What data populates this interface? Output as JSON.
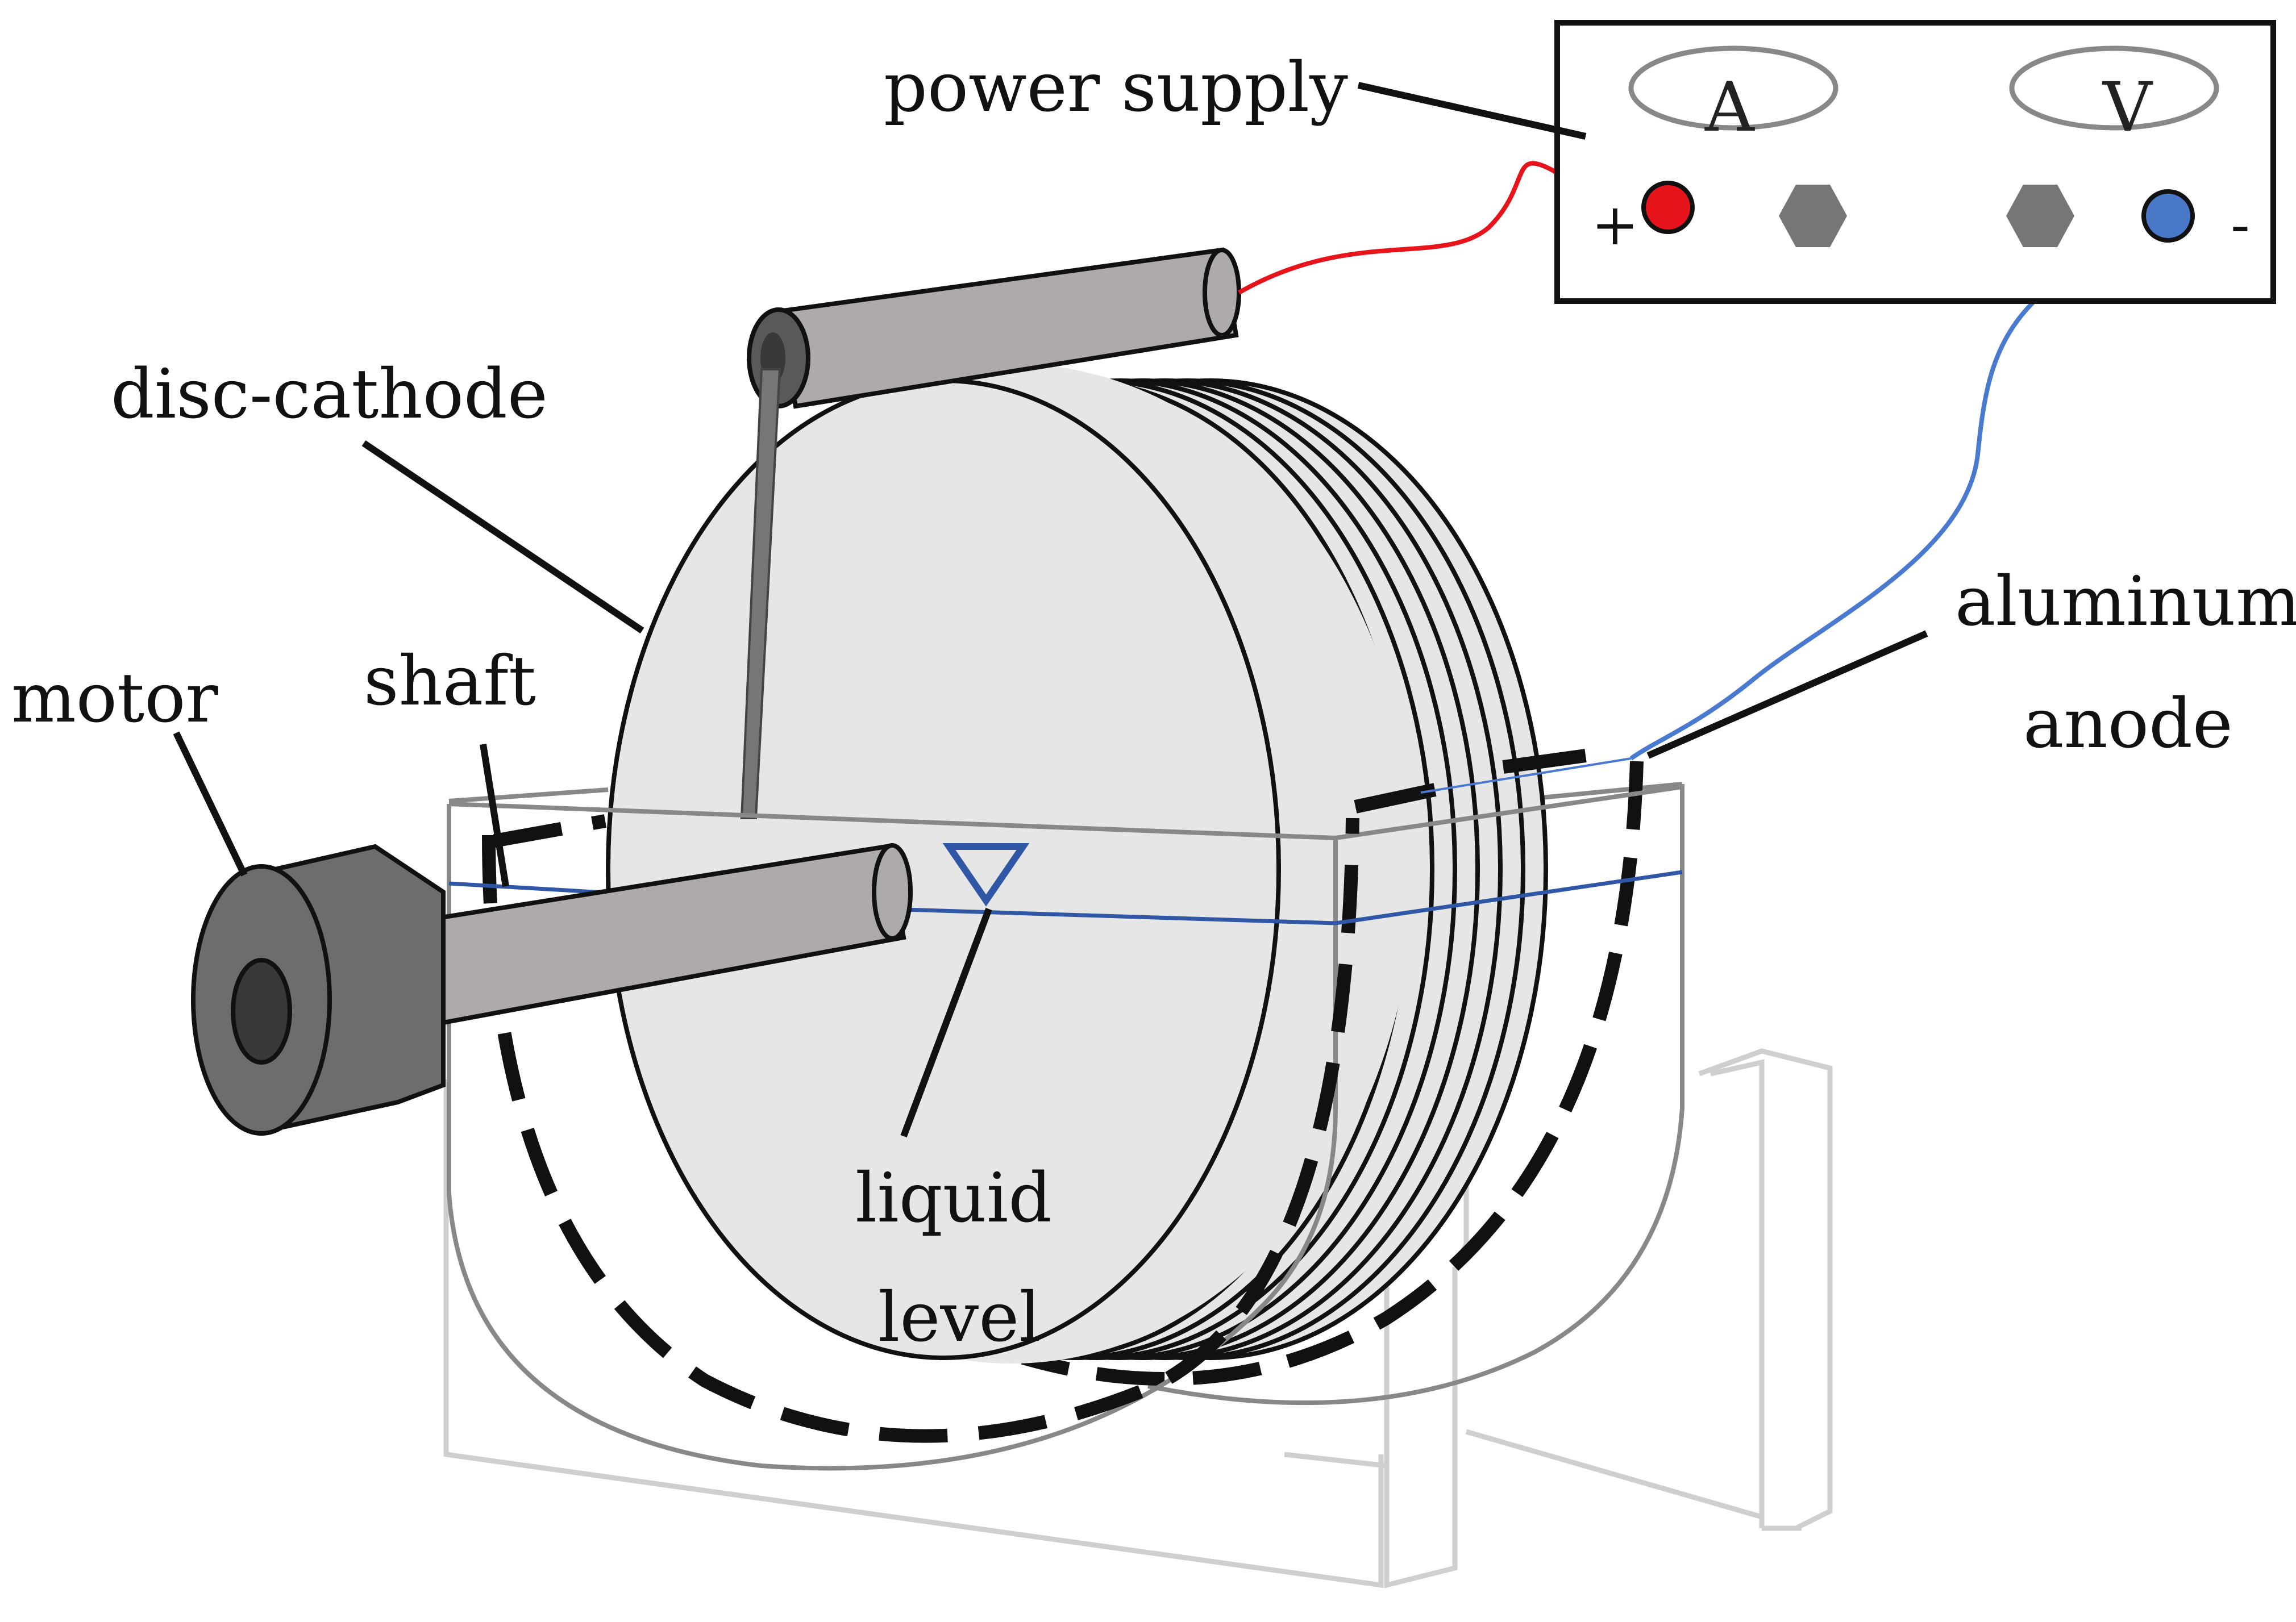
{
  "labels": {
    "power_supply": "power supply",
    "disc_cathode": "disc-cathode",
    "motor": "motor",
    "shaft": "shaft",
    "aluminum_anode_line1": "aluminum",
    "aluminum_anode_line2": "anode",
    "liquid_level_line1": "liquid",
    "liquid_level_line2": "level"
  },
  "power_supply": {
    "ammeter_label": "A",
    "voltmeter_label": "V",
    "positive_sign": "+",
    "negative_sign": "-"
  },
  "colors": {
    "positive_terminal": "#e8141c",
    "negative_terminal": "#4a78c8",
    "red_wire": "#e8141c",
    "blue_wire": "#4a7ad0",
    "liquid_line": "#2f57a6",
    "disc_fill": "#e6e6e6",
    "motor_body": "#6e6c6c",
    "shaft_fill": "#aeaaaa",
    "bath_outline": "#807d7d",
    "stand_outline": "#c8c8c8",
    "anode": "#111111"
  },
  "icons": {
    "knob": "hexagon",
    "liquid_level_marker": "inverted-triangle"
  }
}
